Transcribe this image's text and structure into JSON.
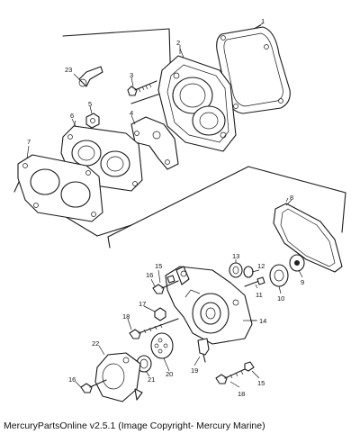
{
  "caption": "MercuryPartsOnline v2.5.1 (Image Copyright- Mercury Marine)",
  "callouts": [
    "1",
    "2",
    "3",
    "4",
    "5",
    "6",
    "7",
    "8",
    "9",
    "10",
    "11",
    "12",
    "13",
    "14",
    "15",
    "16",
    "17",
    "18",
    "19",
    "20",
    "21",
    "22",
    "23",
    "15",
    "16",
    "18"
  ]
}
